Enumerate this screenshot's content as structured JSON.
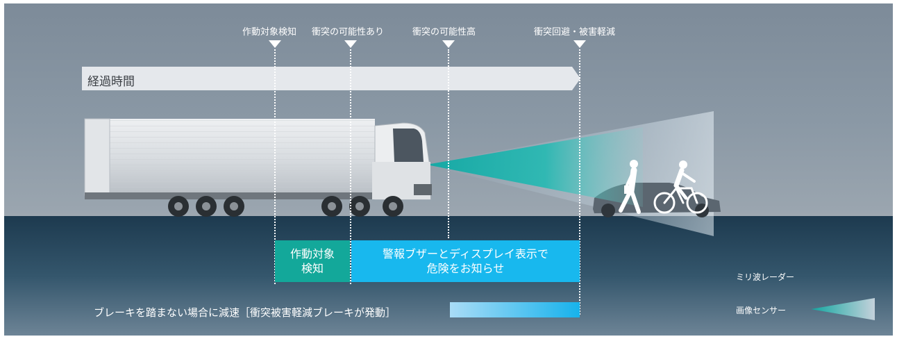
{
  "stages": {
    "detect": "作動対象検知",
    "possible": "衝突の可能性あり",
    "high": "衝突の可能性高",
    "avoid": "衝突回避・被害軽減"
  },
  "timeline_label": "経過時間",
  "boxes": {
    "detect_line1": "作動対象",
    "detect_line2": "検知",
    "warn_line1": "警報ブザーとディスプレイ表示で",
    "warn_line2": "危険をお知らせ"
  },
  "brake_label": "ブレーキを踏まない場合に減速［衝突被害軽減ブレーキが発動］",
  "legend": {
    "radar": "ミリ波レーダー",
    "camera": "画像センサー"
  },
  "colors": {
    "detect_box": "#13a89a",
    "warn_box": "#18b8ee",
    "brake_gradient_start": "#a9dcf6",
    "brake_gradient_end": "#17b2ec",
    "sensor_beam": "#1ab7ad"
  }
}
